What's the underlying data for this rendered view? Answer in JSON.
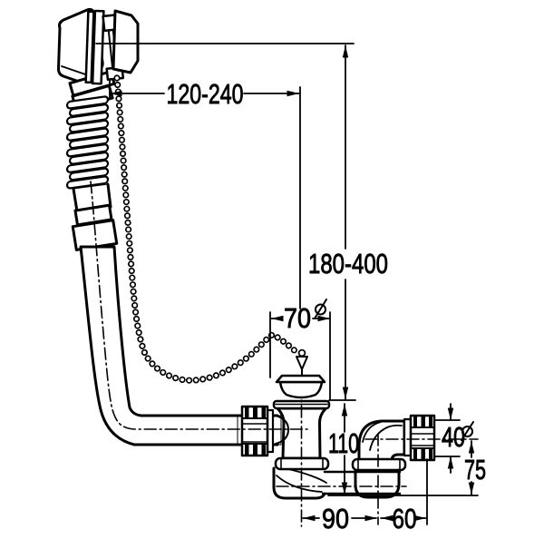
{
  "diagram": {
    "type": "technical-drawing",
    "subject": "bath waste and overflow fitting with drain elbow",
    "background": "#ffffff",
    "line_color": "#000000",
    "dimensions": {
      "cable_span": "120-240",
      "overflow_height": "180-400",
      "plug_diameter": "70",
      "drain_height": "110",
      "outlet_diameter": "40",
      "outlet_center_height": "75",
      "drain_to_elbow": "90",
      "elbow_to_end": "60"
    }
  }
}
